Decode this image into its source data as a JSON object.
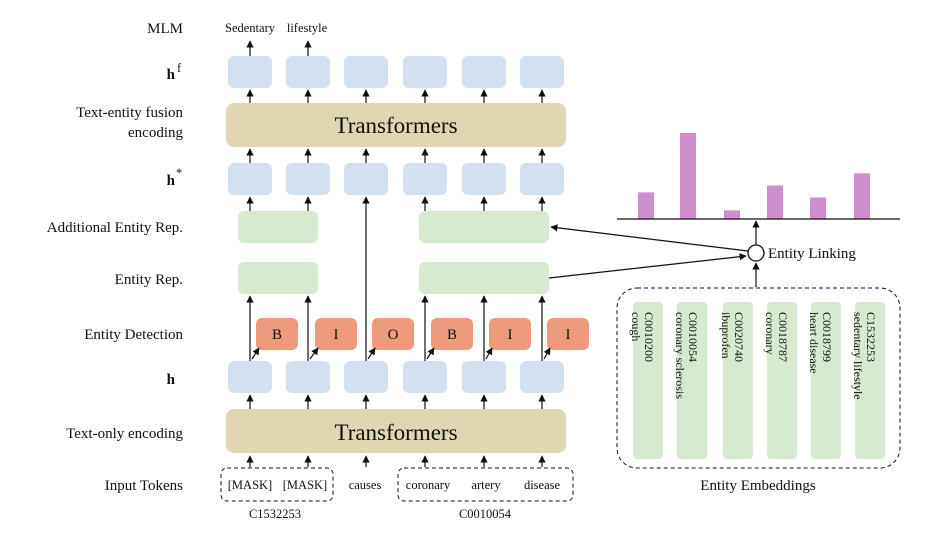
{
  "row_labels": {
    "mlm": "MLM",
    "hf_base": "h",
    "hf_sup": "f",
    "fusion_line1": "Text-entity fusion",
    "fusion_line2": "encoding",
    "hstar_base": "h",
    "hstar_sup": "*",
    "additional_entity_rep": "Additional Entity Rep.",
    "entity_rep": "Entity Rep.",
    "entity_detection": "Entity Detection",
    "h": "h",
    "text_only_encoding": "Text-only encoding",
    "input_tokens": "Input Tokens"
  },
  "mlm_outputs": [
    "Sedentary",
    "lifestyle"
  ],
  "transformers_top": "Transformers",
  "transformers_bottom": "Transformers",
  "tags": [
    "B",
    "I",
    "O",
    "B",
    "I",
    "I"
  ],
  "input_tokens": [
    "[MASK]",
    "[MASK]",
    "causes",
    "coronary",
    "artery",
    "disease"
  ],
  "entity_ids": [
    "C1532253",
    "C0010054"
  ],
  "entity_linking": "Entity Linking",
  "entity_embeddings_label": "Entity Embeddings",
  "entity_embeddings": [
    {
      "id": "C0010200",
      "name": "cough"
    },
    {
      "id": "C0010054",
      "name": "coronary sclerosis"
    },
    {
      "id": "C0020740",
      "name": "ibuprofen"
    },
    {
      "id": "C0018787",
      "name": "coronary"
    },
    {
      "id": "C0018799",
      "name": "heart disease"
    },
    {
      "id": "C1532253",
      "name": "sedentary lifestyle"
    }
  ],
  "linking_scores": [
    0.31,
    1.0,
    0.1,
    0.39,
    0.25,
    0.53
  ],
  "colors": {
    "token_box": "#d2e0f0",
    "transformer": "#e0d6b2",
    "entity_rep": "#d6ead0",
    "tag_box": "#ee9a7c",
    "bar": "#cf8fcf",
    "line": "#111111"
  }
}
